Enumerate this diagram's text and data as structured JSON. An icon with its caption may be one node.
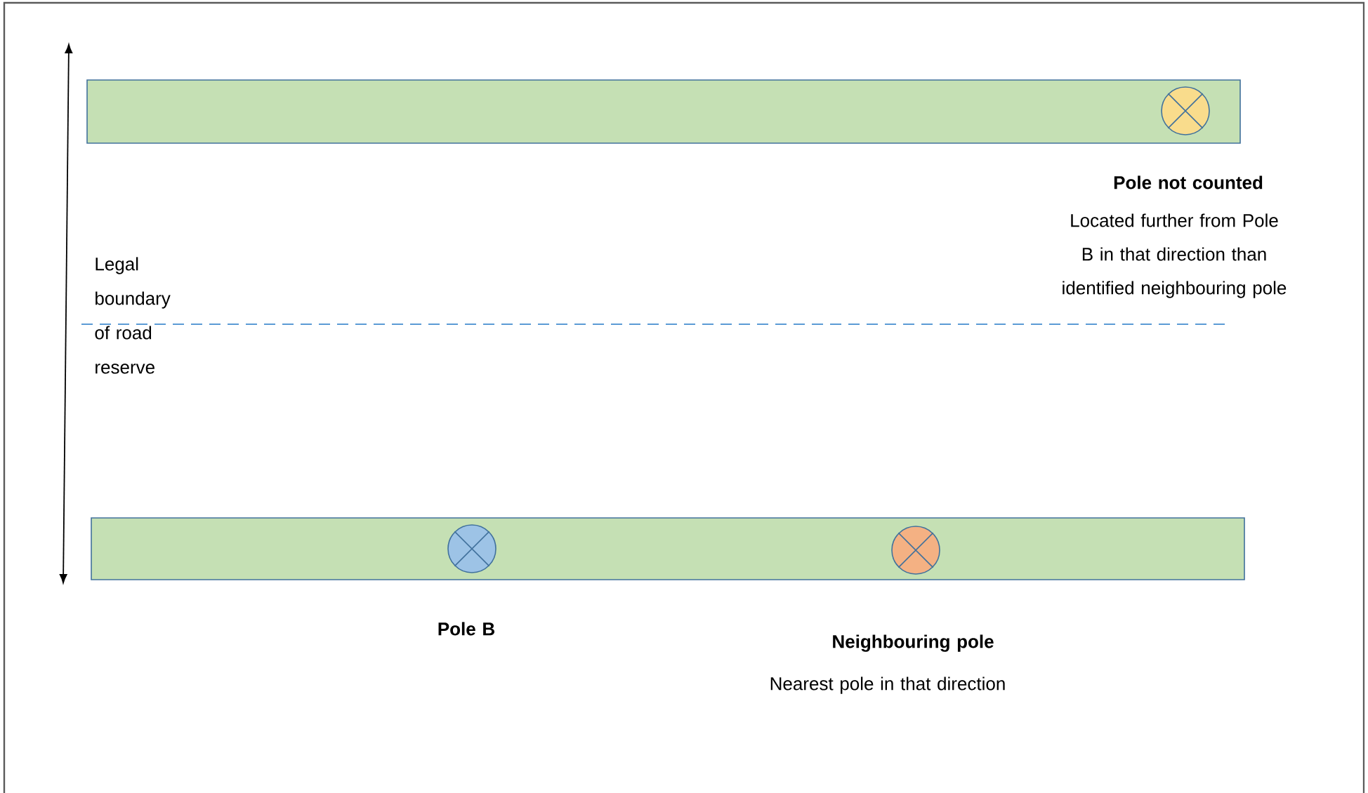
{
  "diagram": {
    "nodes": [
      {
        "text": [],
        "shape": "bar"
      },
      {
        "text": [],
        "shape": "circle",
        "in": 0,
        "beside": [
          "Pole not counted",
          "Located further from Pole B in that direction than identified neighbouring pole"
        ]
      },
      {
        "text": [],
        "shape": "bar"
      },
      {
        "text": [],
        "shape": "circle",
        "in": 2,
        "beside": [
          "Pole B"
        ]
      },
      {
        "text": [],
        "shape": "circle",
        "in": 2,
        "beside": [
          "Neighbouring pole",
          "Nearest pole in that direction"
        ]
      }
    ],
    "edges": [],
    "labels": [
      "Legal boundary of road reserve"
    ]
  }
}
